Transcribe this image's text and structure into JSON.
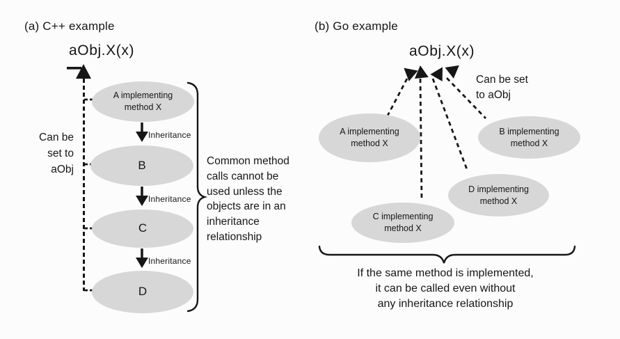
{
  "colors": {
    "background": "#fcfcfc",
    "node-fill": "#d7d7d7",
    "ink": "#161616"
  },
  "panel_a": {
    "title": "(a) C++ example",
    "call_expression": "aObj.X(x)",
    "side_note": "Can be\nset to\naObj",
    "inheritance_label": "Inheritance",
    "nodes": [
      {
        "text": "A implementing\nmethod X"
      },
      {
        "text": "B"
      },
      {
        "text": "C"
      },
      {
        "text": "D"
      }
    ],
    "brace_note": "Common method\ncalls cannot be\nused unless the\nobjects are in an\ninheritance\nrelationship"
  },
  "panel_b": {
    "title": "(b) Go example",
    "call_expression": "aObj.X(x)",
    "side_note": "Can be set\nto aObj",
    "nodes": [
      {
        "text": "A implementing\nmethod X"
      },
      {
        "text": "B implementing\nmethod X"
      },
      {
        "text": "C implementing\nmethod X"
      },
      {
        "text": "D implementing\nmethod X"
      }
    ],
    "bottom_note": "If the same method is implemented,\nit can be called even without\nany inheritance relationship"
  }
}
